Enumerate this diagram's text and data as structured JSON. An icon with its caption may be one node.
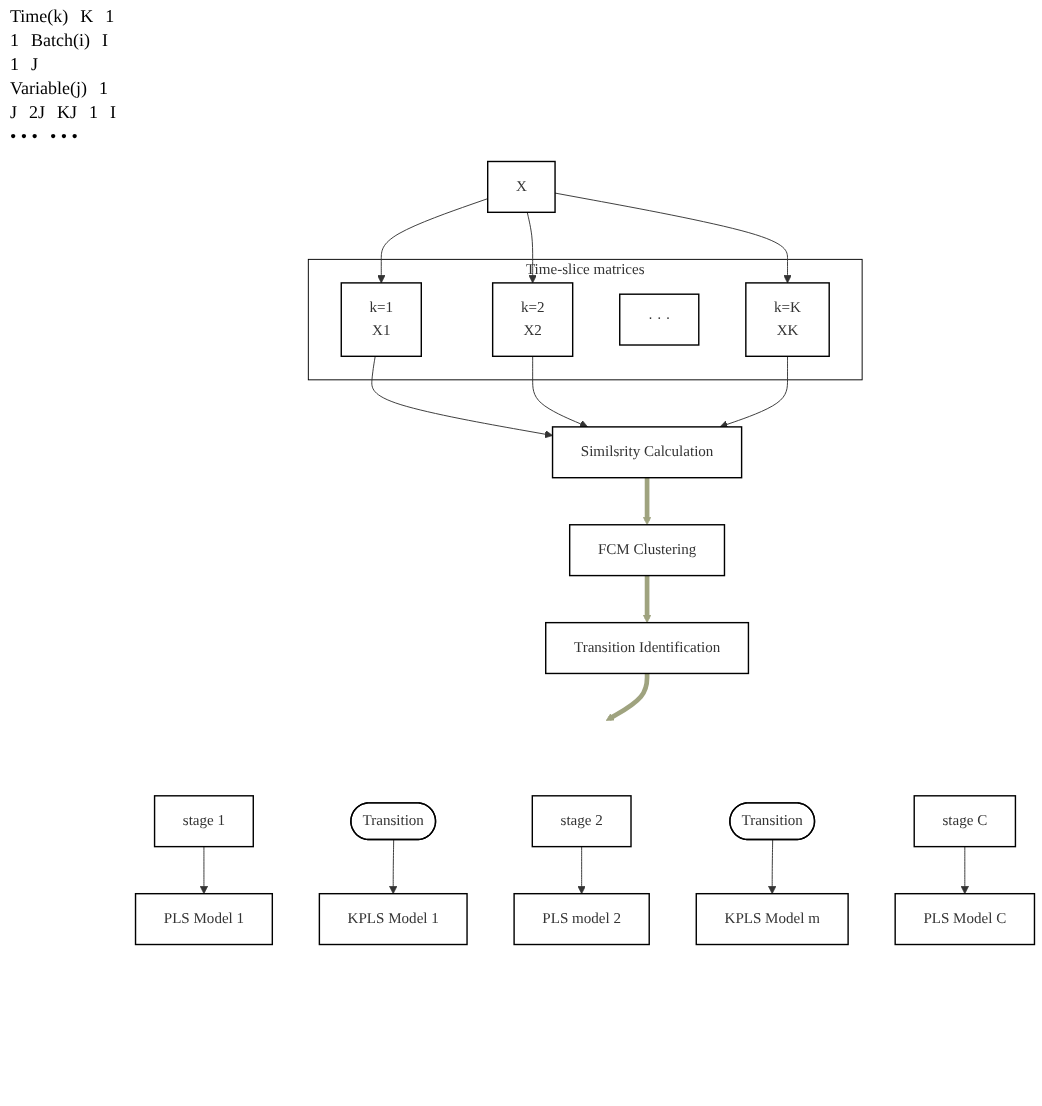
{
  "diagram": {
    "nodes": [
      {
        "text": [
          "X"
        ]
      },
      {
        "text": [
          "Time-slice matrices"
        ]
      },
      {
        "text": [
          "k=1",
          "X1"
        ],
        "in": 1
      },
      {
        "text": [
          "k=2",
          "X2"
        ],
        "in": 1
      },
      {
        "text": [
          "· · ·"
        ],
        "in": 1
      },
      {
        "text": [
          "k=K",
          "XK"
        ],
        "in": 1
      },
      {
        "text": [
          "Similsrity Calculation"
        ]
      },
      {
        "text": [
          "FCM Clustering"
        ]
      },
      {
        "text": [
          "Transition Identification"
        ]
      },
      {
        "text": [
          "stage 1"
        ]
      },
      {
        "text": [
          "Transition"
        ]
      },
      {
        "text": [
          "stage 2"
        ]
      },
      {
        "text": [
          "Transition"
        ]
      },
      {
        "text": [
          "stage C"
        ]
      },
      {
        "text": [
          "PLS Model 1"
        ]
      },
      {
        "text": [
          "KPLS Model 1"
        ]
      },
      {
        "text": [
          "PLS model 2"
        ]
      },
      {
        "text": [
          "KPLS Model m"
        ]
      },
      {
        "text": [
          "PLS Model C"
        ]
      }
    ],
    "edges": [
      {
        "from": 0,
        "to": 2,
        "arrow": "to"
      },
      {
        "from": 0,
        "to": 3,
        "arrow": "to"
      },
      {
        "from": 0,
        "to": 5,
        "arrow": "to"
      },
      {
        "from": 2,
        "to": 6,
        "arrow": "to"
      },
      {
        "from": 3,
        "to": 6,
        "arrow": "to"
      },
      {
        "from": 5,
        "to": 6,
        "arrow": "to"
      },
      {
        "from": 6,
        "to": 7,
        "arrow": "to",
        "style": "thick",
        "color": "#9fa37f"
      },
      {
        "from": 7,
        "to": 8,
        "arrow": "to",
        "style": "thick",
        "color": "#9fa37f"
      },
      {
        "from": 8,
        "to": null,
        "arrow": "to",
        "style": "thick",
        "color": "#9fa37f"
      },
      {
        "from": 9,
        "to": 14,
        "arrow": "to"
      },
      {
        "from": 10,
        "to": 15,
        "arrow": "to"
      },
      {
        "from": 11,
        "to": 16,
        "arrow": "to"
      },
      {
        "from": 12,
        "to": 17,
        "arrow": "to"
      },
      {
        "from": 13,
        "to": 18,
        "arrow": "to"
      }
    ],
    "labels": [
      "Time(k)",
      "K",
      "1",
      "1",
      "Batch(i)",
      "I",
      "1",
      "J",
      "Variable(j)",
      "1",
      "J",
      "2J",
      "KJ",
      "1",
      "I",
      "• • •",
      "• • •"
    ]
  }
}
